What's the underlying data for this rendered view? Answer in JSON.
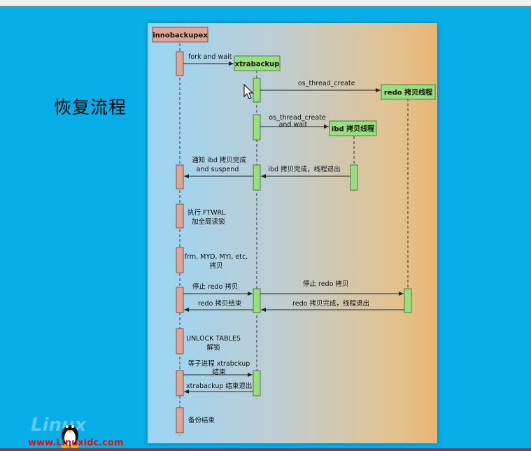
{
  "slide_title": "恢复流程",
  "actors": {
    "innobackupex": "innobackupex",
    "xtrabackup": "xtrabackup",
    "redo_thread": "redo 拷贝线程",
    "ibd_thread": "ibd 拷贝线程"
  },
  "messages": {
    "fork_wait": "fork  and wait",
    "os_thread_create": "os_thread_create",
    "os_thread_create_wait_1": "os_thread_create",
    "os_thread_create_wait_2": "and wait",
    "notify_1": "通知 ibd 拷贝完成",
    "notify_2": "and suspend",
    "ibd_done": "ibd 拷贝完成，线程退出",
    "ftwrl_1": "执行 FTWRL",
    "ftwrl_2": "加全局读锁",
    "frm_1": "frm, MYD, MYI, etc.",
    "frm_2": "拷贝",
    "stop_redo_left": "停止 redo 拷贝",
    "stop_redo_right": "停止 redo 拷贝",
    "redo_end": "redo 拷贝结束",
    "redo_done": "redo 拷贝完成，线程退出",
    "unlock_1": "UNLOCK TABLES",
    "unlock_2": "解锁",
    "wait_child_1": "等子进程 xtrabckup",
    "wait_child_2": "结束",
    "xtrabackup_exit": "xtrabackup 结束退出",
    "backup_end": "备份结束"
  },
  "watermark": {
    "brand": "Linux",
    "url": "www.Linuxidc.com"
  },
  "colors": {
    "innobackupex": "#e2a494",
    "threads": "#9bde7f",
    "background": "#08aee8",
    "url": "#e0101a"
  }
}
